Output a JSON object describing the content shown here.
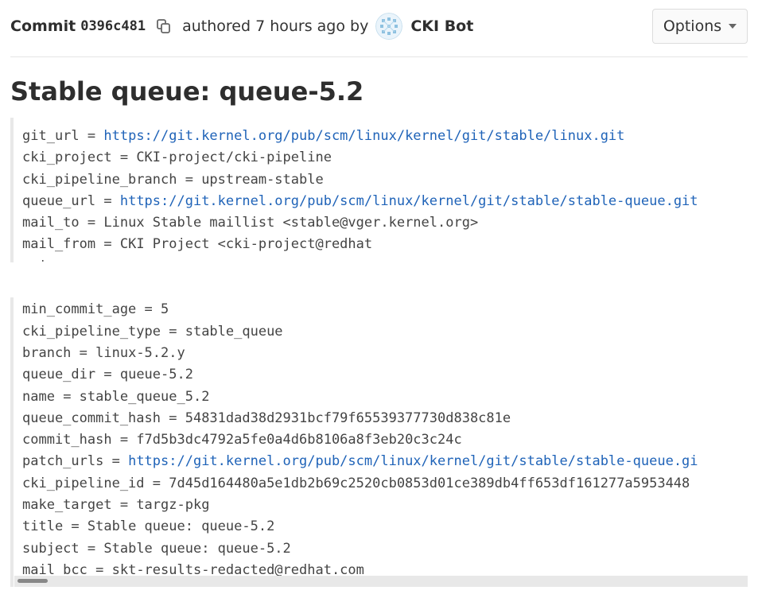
{
  "header": {
    "commit_label": "Commit",
    "commit_sha": "0396c481",
    "authored_text": "authored 7 hours ago by",
    "author_name": "CKI Bot",
    "options_label": "Options"
  },
  "title": "Stable queue: queue-5.2",
  "description_lines": [
    {
      "key": "git_url",
      "value": "https://git.kernel.org/pub/scm/linux/kernel/git/stable/linux.git",
      "is_link": true
    },
    {
      "key": "cki_project",
      "value": "CKI-project/cki-pipeline",
      "is_link": false
    },
    {
      "key": "cki_pipeline_branch",
      "value": "upstream-stable",
      "is_link": false
    },
    {
      "key": "queue_url",
      "value": "https://git.kernel.org/pub/scm/linux/kernel/git/stable/stable-queue.git",
      "is_link": true
    },
    {
      "key": "mail_to",
      "value": "Linux Stable maillist <stable@vger.kernel.org>",
      "is_link": false
    },
    {
      "key": "mail_from",
      "value": "CKI Project <cki-project@redhat",
      "is_link": false
    },
    {
      "key": "mai",
      "value": "",
      "is_link": false
    },
    {
      "key": "",
      "value": "",
      "is_link": false
    },
    {
      "key": "min_commit_age",
      "value": "5",
      "is_link": false
    },
    {
      "key": "cki_pipeline_type",
      "value": "stable_queue",
      "is_link": false
    },
    {
      "key": "branch",
      "value": "linux-5.2.y",
      "is_link": false
    },
    {
      "key": "queue_dir",
      "value": "queue-5.2",
      "is_link": false
    },
    {
      "key": "name",
      "value": "stable_queue_5.2",
      "is_link": false
    },
    {
      "key": "queue_commit_hash",
      "value": "54831dad38d2931bcf79f65539377730d838c81e",
      "is_link": false
    },
    {
      "key": "commit_hash",
      "value": "f7d5b3dc4792a5fe0a4d6b8106a8f3eb20c3c24c",
      "is_link": false
    },
    {
      "key": "patch_urls",
      "value": "https://git.kernel.org/pub/scm/linux/kernel/git/stable/stable-queue.gi",
      "is_link": true
    },
    {
      "key": "cki_pipeline_id",
      "value": "7d45d164480a5e1db2b69c2520cb0853d01ce389db4ff653df161277a5953448",
      "is_link": false
    },
    {
      "key": "make_target",
      "value": "targz-pkg",
      "is_link": false
    },
    {
      "key": "title",
      "value": "Stable queue: queue-5.2",
      "is_link": false
    },
    {
      "key": "subject",
      "value": "Stable queue: queue-5.2",
      "is_link": false
    },
    {
      "key": "mail_bcc",
      "value": "skt-results-redacted@redhat.com",
      "is_link": false
    }
  ],
  "icons": {
    "copy": "copy-icon",
    "avatar": "avatar-icon",
    "options_caret": "chevron-down-icon"
  },
  "colors": {
    "link": "#1f63b8",
    "text": "#2e2e2e"
  }
}
